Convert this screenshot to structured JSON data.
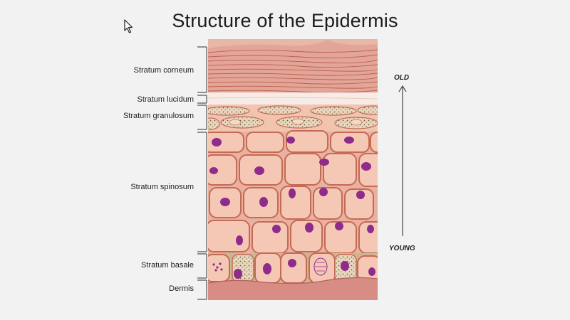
{
  "title": "Structure of the Epidermis",
  "layers": [
    {
      "label": "Stratum corneum"
    },
    {
      "label": "Stratum lucidum"
    },
    {
      "label": "Stratum granulosum"
    },
    {
      "label": "Stratum spinosum"
    },
    {
      "label": "Stratum basale"
    },
    {
      "label": "Dermis"
    }
  ],
  "age_axis": {
    "top_label": "OLD",
    "bottom_label": "YOUNG"
  },
  "colors": {
    "corneum": "#e2a597",
    "corneum_lines": "#b45a4b",
    "lucidum": "#f8ece8",
    "cell_fill": "#f4c6b3",
    "cell_border": "#c46a55",
    "nucleus": "#8e2b8b",
    "granule_bg": "#e9d6bd",
    "dermis": "#d88f86"
  },
  "icons": {
    "cursor": "mouse-pointer-icon"
  }
}
